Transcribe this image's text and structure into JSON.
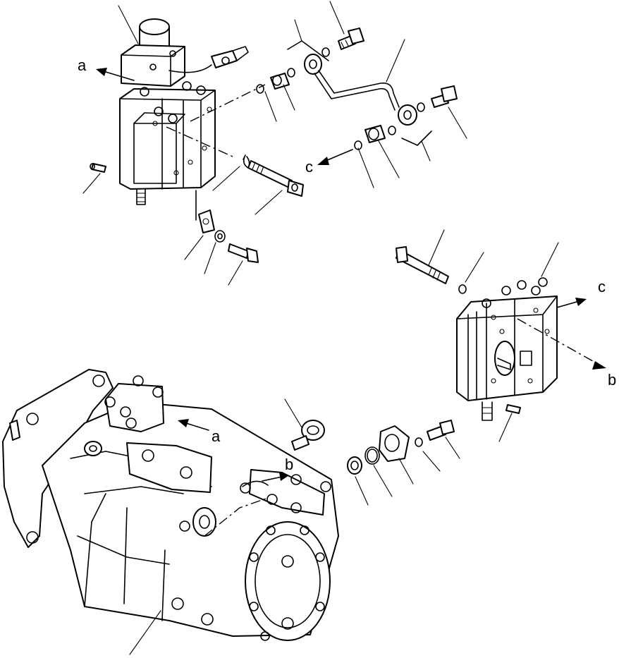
{
  "labels": {
    "a_top": "a",
    "a_pump": "a",
    "b_right": "b",
    "b_pump": "b",
    "c_left": "c",
    "c_right": "c"
  }
}
